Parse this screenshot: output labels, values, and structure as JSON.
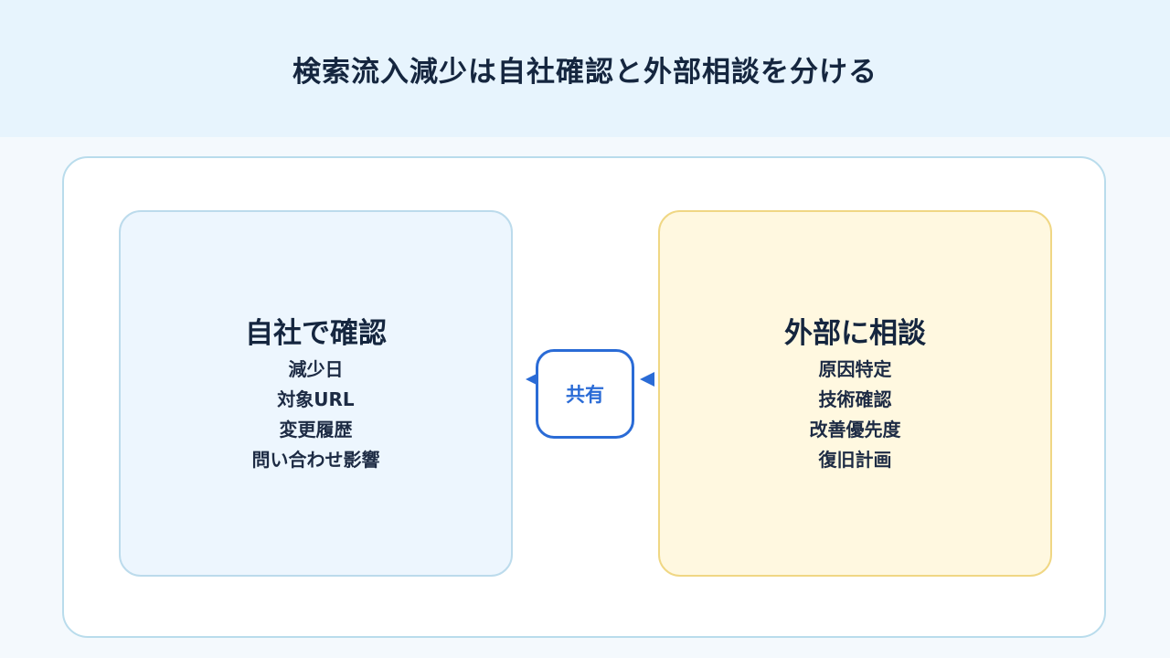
{
  "title": "検索流入減少は自社確認と外部相談を分ける",
  "left_box": {
    "heading": "自社で確認",
    "items": [
      "減少日",
      "対象URL",
      "変更履歴",
      "問い合わせ影響"
    ]
  },
  "right_box": {
    "heading": "外部に相談",
    "items": [
      "原因特定",
      "技術確認",
      "改善優先度",
      "復旧計画"
    ]
  },
  "center_node": {
    "label": "共有"
  },
  "colors": {
    "accent": "#2a6bd6",
    "left_fill": "#edf6fe",
    "right_fill": "#fff8e0",
    "right_border": "#f0d784"
  }
}
